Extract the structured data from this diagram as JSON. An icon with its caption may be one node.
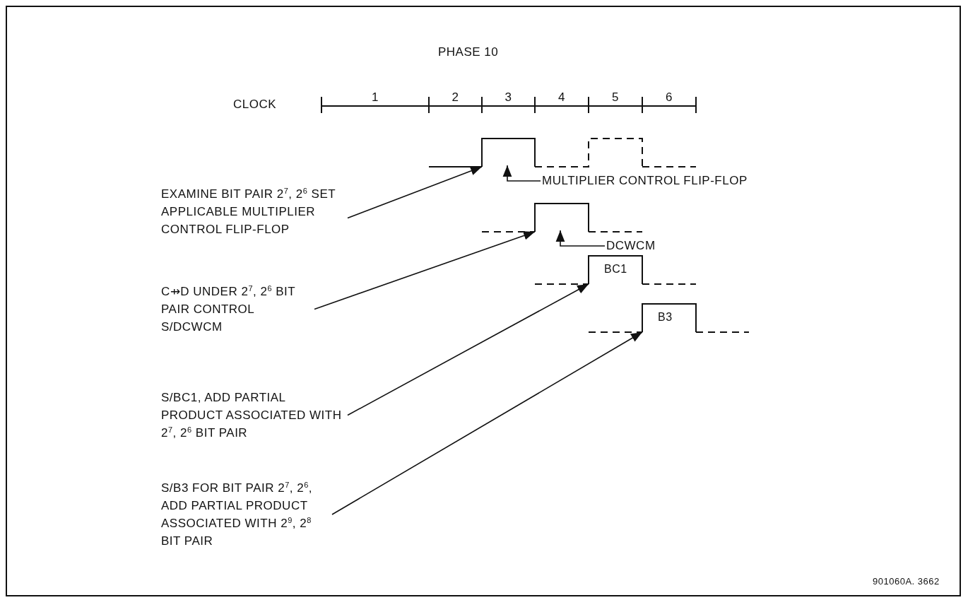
{
  "diagram": {
    "title": "PHASE 10",
    "nodes": [
      {
        "text": [
          "EXAMINE BIT PAIR 2$^{7}$, 2$^{6}$ SET APPLICABLE MULTIPLIER CONTROL FLIP-FLOP"
        ]
      },
      {
        "text": [],
        "shape": "pulse"
      },
      {
        "text": [
          "MULTIPLIER CONTROL FLIP-FLOP"
        ]
      },
      {
        "text": [
          "C⇸D UNDER 2$^{7}$, 2$^{6}$ BIT PAIR CONTROL S/DCWCM"
        ]
      },
      {
        "text": [],
        "shape": "pulse"
      },
      {
        "text": [
          "DCWCM"
        ]
      },
      {
        "text": [
          "S/BC1, ADD PARTIAL PRODUCT ASSOCIATED WITH 2$^{7}$, 2$^{6}$ BIT PAIR"
        ]
      },
      {
        "text": [
          "BC1"
        ]
      },
      {
        "text": [
          "S/B3 FOR BIT PAIR 2$^{7}$, 2$^{6}$, ADD PARTIAL PRODUCT ASSOCIATED WITH 2$^{9}$, 2$^{8}$ BIT PAIR"
        ]
      },
      {
        "text": [
          "B3"
        ]
      }
    ],
    "edges": [
      {
        "from": 0,
        "to": 1,
        "arrow": "to"
      },
      {
        "from": 2,
        "to": 1,
        "arrow": "to"
      },
      {
        "from": 3,
        "to": 4,
        "arrow": "to"
      },
      {
        "from": 5,
        "to": 4,
        "arrow": "to"
      },
      {
        "from": 6,
        "to": 7,
        "arrow": "to"
      },
      {
        "from": 8,
        "to": 9,
        "arrow": "to"
      }
    ],
    "labels": [
      "CLOCK",
      "1",
      "2",
      "3",
      "4",
      "5",
      "6",
      "901060A. 3662"
    ]
  }
}
